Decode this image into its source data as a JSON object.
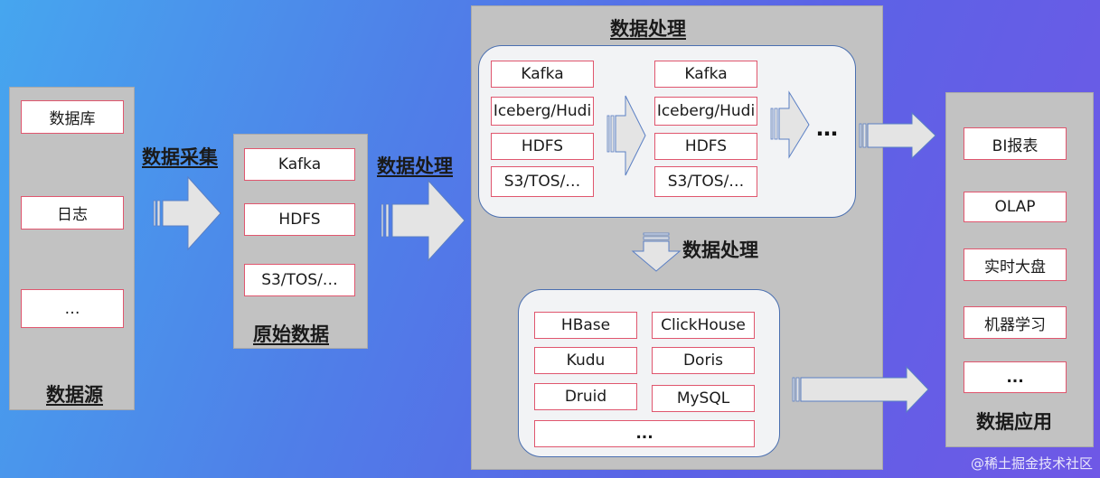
{
  "source": {
    "title": "数据源",
    "items": [
      "数据库",
      "日志",
      "…"
    ]
  },
  "collect": {
    "label": "数据采集"
  },
  "raw": {
    "title": "原始数据",
    "items": [
      "Kafka",
      "HDFS",
      "S3/TOS/…"
    ]
  },
  "proc_arrow_label": "数据处理",
  "processing": {
    "title": "数据处理",
    "stage1": [
      "Kafka",
      "Iceberg/Hudi",
      "HDFS",
      "S3/TOS/…"
    ],
    "stage2": [
      "Kafka",
      "Iceberg/Hudi",
      "HDFS",
      "S3/TOS/…"
    ],
    "more": "…",
    "down_label": "数据处理",
    "stores": {
      "left": [
        "HBase",
        "Kudu",
        "Druid"
      ],
      "right": [
        "ClickHouse",
        "Doris",
        "MySQL"
      ],
      "bottom": "..."
    }
  },
  "apps": {
    "title": "数据应用",
    "items": [
      "BI报表",
      "OLAP",
      "实时大盘",
      "机器学习",
      "..."
    ]
  },
  "watermark": "@稀土掘金技术社区",
  "colors": {
    "panel": "#c2c2c2",
    "box_border": "#e0566e",
    "arrow": "#e4e4e4",
    "inner_border": "#4a6fb0"
  }
}
